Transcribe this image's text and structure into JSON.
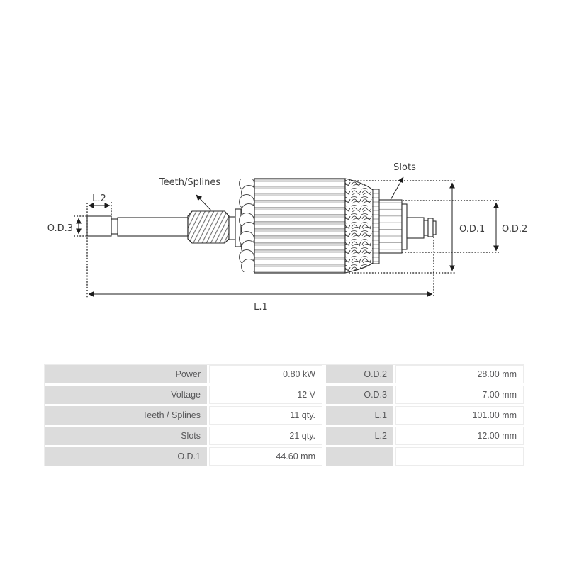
{
  "diagram": {
    "labels": {
      "teeth_splines": "Teeth/Splines",
      "slots": "Slots",
      "l1": "L.1",
      "l2": "L.2",
      "od1": "O.D.1",
      "od2": "O.D.2",
      "od3": "O.D.3"
    }
  },
  "spec_table": {
    "rows": [
      {
        "c0": "Power",
        "c1": "0.80 kW",
        "c2": "O.D.2",
        "c3": "28.00 mm"
      },
      {
        "c0": "Voltage",
        "c1": "12 V",
        "c2": "O.D.3",
        "c3": "7.00 mm"
      },
      {
        "c0": "Teeth / Splines",
        "c1": "11 qty.",
        "c2": "L.1",
        "c3": "101.00 mm"
      },
      {
        "c0": "Slots",
        "c1": "21 qty.",
        "c2": "L.2",
        "c3": "12.00 mm"
      },
      {
        "c0": "O.D.1",
        "c1": "44.60 mm",
        "c2": "",
        "c3": ""
      }
    ],
    "colors": {
      "label_cell_bg": "#dcdcdc",
      "value_cell_border": "#ececec",
      "text": "#58585a"
    }
  },
  "drawing_colors": {
    "line": "#2b2b2b",
    "dimension": "#1c1c1c",
    "label_text": "#3d3d3d",
    "background": "#ffffff"
  }
}
